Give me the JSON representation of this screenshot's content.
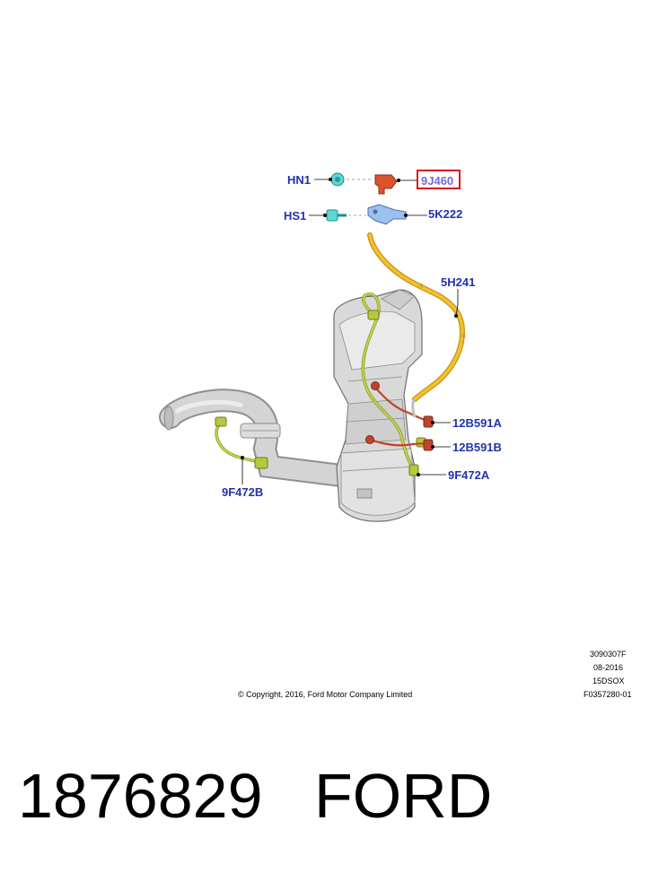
{
  "callouts": {
    "hn1": "HN1",
    "part_9j460": "9J460",
    "hs1": "HS1",
    "part_5k222": "5K222",
    "part_5h241": "5H241",
    "part_12b591a": "12B591A",
    "part_12b591b": "12B591B",
    "part_9f472a": "9F472A",
    "part_9f472b": "9F472B"
  },
  "meta": {
    "code": "3090307F",
    "date": "08-2016",
    "model": "15DSOX",
    "figure": "F0357280-01",
    "copyright": "© Copyright, 2016, Ford Motor Company Limited"
  },
  "footer": {
    "part_number": "1876829",
    "brand": "FORD"
  },
  "colors": {
    "callout_text": "#2233aa",
    "highlight_box": "#dd1111",
    "harness_yellow": "#f2c12e",
    "sensor_green": "#b7c83c",
    "wire_red": "#c0442c",
    "fastener_cyan": "#5fd6d6",
    "bracket_blue": "#7aa6e0",
    "exhaust_gray": "#c8c8c8"
  }
}
